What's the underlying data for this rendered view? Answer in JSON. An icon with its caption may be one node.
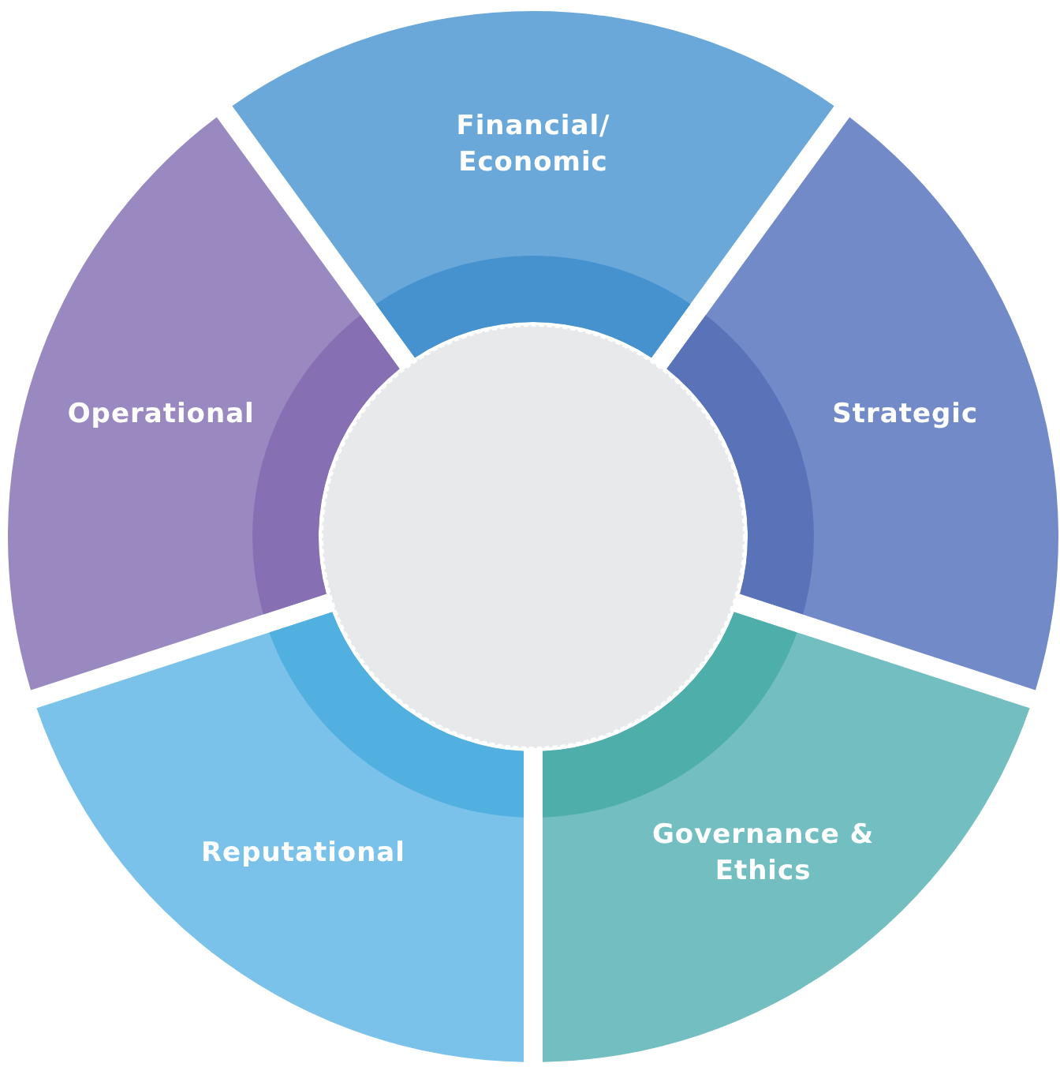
{
  "diagram": {
    "nodes": [
      {
        "text": [
          "Financial/ Economic"
        ]
      },
      {
        "text": [
          "Strategic"
        ]
      },
      {
        "text": [
          "Governance & Ethics"
        ]
      },
      {
        "text": [
          "Reputational"
        ]
      },
      {
        "text": [
          "Operational"
        ]
      },
      {
        "text": [],
        "shape": "circle"
      }
    ]
  }
}
